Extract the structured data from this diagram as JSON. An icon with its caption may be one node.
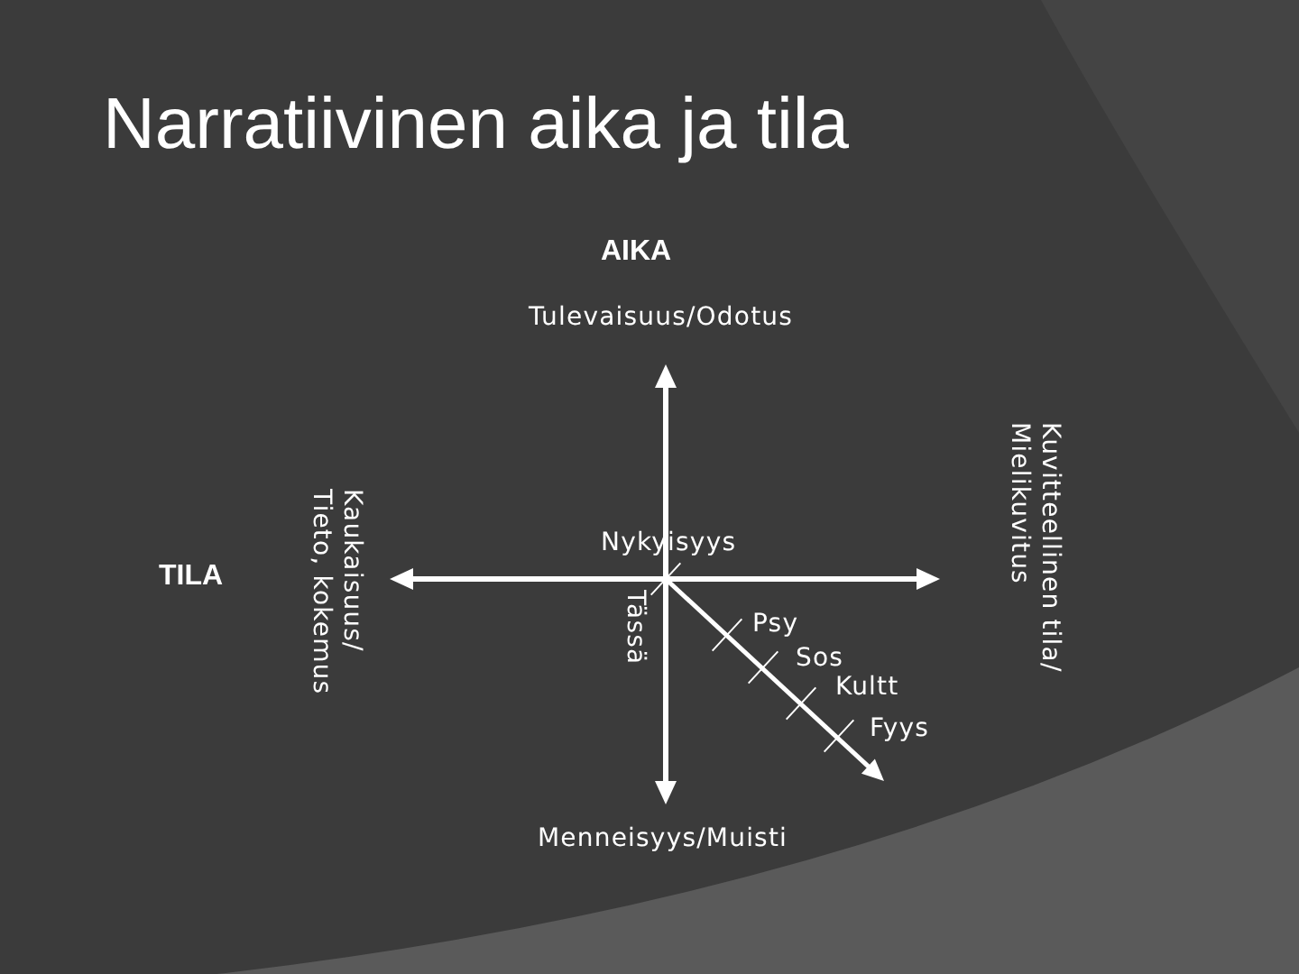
{
  "diagram": {
    "title": "Narratiivinen aika ja tila",
    "labels": [
      "AIKA",
      "Tulevaisuus/Odotus",
      "TILA",
      "Kaukaisuus/ Tieto, kokemus",
      "Nykyisyys",
      "Tässä",
      "Kuvitteellinen tila/ Mielikuvitus",
      "Psy",
      "Sos",
      "Kultt",
      "Fyys",
      "Menneisyys/Muisti"
    ]
  }
}
